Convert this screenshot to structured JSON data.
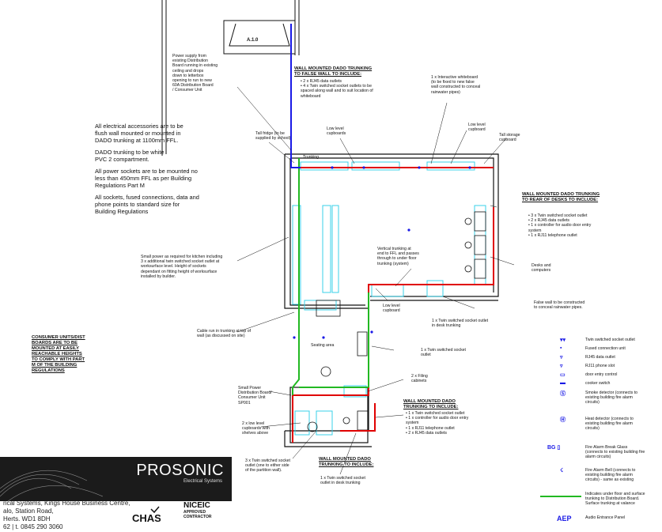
{
  "room_label": "A.1.0",
  "notes": {
    "power_supply": [
      "Power supply from",
      "existing Distribution",
      "Board running in existing",
      "ceiling and drops",
      "down to letterbox",
      "opening to run to new",
      "60A Distribution Board",
      "/ Consumer Unit"
    ],
    "general": [
      [
        "All electrical accessories are to be",
        "flush wall mounted or mounted in",
        "DADO trunking at 1100mm FFL."
      ],
      [
        "DADO trunking to be white",
        "PVC 2 compartment."
      ],
      [
        "All power sockets are to be mounted no",
        "less than 450mm FFL as per Building",
        "Regulations Part M"
      ],
      [
        "All sockets, fused connections, data and",
        "phone points to standard size for",
        "Building Regulations"
      ]
    ],
    "tall_fridge": [
      "Tall fridge (to be",
      "supplied by school)"
    ],
    "trunking": "Trunking",
    "low_level_cupboards": [
      "Low level",
      "cupboards"
    ],
    "low_level_cupboard": [
      "Low level",
      "cupboard"
    ],
    "tall_storage": [
      "Tall storage",
      "cupboard"
    ],
    "whiteboard": [
      "1 x Interactive whiteboard",
      "(to be fixed to new false",
      "wall constructed to conceal",
      "rainwater pipes)"
    ],
    "small_power": [
      "Small power as required for kitchen including",
      "3 x additional twin switched socket outlet at",
      "worksurface level. Height of sockets",
      "dependant on fitting height of worksurface",
      "installed by builder."
    ],
    "vertical_trunking": [
      "Vertical trunking at",
      "end to FFL and passes",
      "through to under floor",
      "trunking (system)"
    ],
    "low_level_cupboard_2": [
      "Low level",
      "cupboard"
    ],
    "desks": [
      "Desks and",
      "computers"
    ],
    "false_wall": [
      "False wall to be constructed",
      "to conceal rainwater pipes."
    ],
    "twin_desk": [
      "1 x Twin switched socket outlet",
      "in desk trunking"
    ],
    "cable_run": [
      "Cable run in trunking at top of",
      "wall (as discussed on site)"
    ],
    "seating": "Seating area",
    "twin_socket": [
      "1 x Twin switched socket",
      "outlet"
    ],
    "filing": [
      "2 x Filing",
      "cabinets"
    ],
    "distribution_board": [
      "Small Power",
      "Distribution Board/",
      "Consumer Unit",
      "SP001"
    ],
    "low_level_shelves": [
      "2 x low level",
      "cupboards with",
      "shelves above"
    ],
    "twin_partition": [
      "3 x Twin switched socket",
      "outlet (one to either side",
      "of the partition wall)."
    ],
    "desk_trunking_bottom": [
      "1 x Twin switched socket",
      "outlet in desk trunking"
    ]
  },
  "titles": {
    "false_wall_include": [
      "WALL MOUNTED DADO TRUNKING",
      "TO FALSE WALL TO INCLUDE:"
    ],
    "rear_desks_include": [
      "WALL MOUNTED DADO TRUNKING",
      "TO REAR OF DESKS TO INCLUDE:"
    ],
    "wall_dado_include": [
      "WALL MOUNTED DADO",
      "TRUNKING TO INCLUDE:"
    ],
    "bottom_dado_include": [
      "WALL MOUNTED DADO",
      "TRUNKING TO INCLUDE:"
    ],
    "consumer_units": [
      "CONSUMER UNITS/DIST",
      "BOARDS ARE TO BE",
      "MOUNTED AT EASILY",
      "REACHABLE HEIGHTS",
      "TO COMPLY WITH PART",
      "M OF THE BUILDING",
      "REGULATIONS"
    ]
  },
  "lists": {
    "false_wall": [
      "2 x RJ45 data outlets",
      "4 x Twin switched socket outlets to be",
      "spaced along wall and to suit location of",
      "whiteboard"
    ],
    "rear_desks": [
      "3 x Twin switched socket outlet",
      "2 x RJ45 data outlets",
      "1 x controller for audio door entry",
      "system",
      "1 x RJ11 telephone outlet"
    ],
    "wall_dado": [
      "1 x Twin switched socket outlet",
      "1 x controller for audio door entry",
      "system",
      "1 x RJ11 telephone outlet",
      "2 x RJ45 data outlets"
    ]
  },
  "legend": [
    {
      "symbol": "▾▾",
      "text": [
        "Twin switched socket outlet"
      ]
    },
    {
      "symbol": "▪",
      "text": [
        "Fused connection unit"
      ]
    },
    {
      "symbol": "▿",
      "text": [
        "RJ45 data outlet"
      ]
    },
    {
      "symbol": "▿",
      "text": [
        "RJ11 phone slot"
      ]
    },
    {
      "symbol": "▭",
      "text": [
        "door entry control"
      ]
    },
    {
      "symbol": "▬",
      "text": [
        "cooker switch"
      ]
    },
    {
      "symbol": "Ⓢ",
      "text": [
        "Smoke detector (connects to",
        "existing building fire alarm",
        "circuits)"
      ]
    },
    {
      "symbol": "Ⓗ",
      "text": [
        "Heat detector (connects to",
        "existing building fire alarm",
        "circuits)"
      ]
    },
    {
      "symbol": "BG ▯",
      "text": [
        "Fire Alarm Break Glass",
        "(connects to existing building fire",
        "alarm circuits)"
      ]
    },
    {
      "symbol": "☇",
      "text": [
        "Fire Alarm Bell (connects to",
        "existing building fire alarm",
        "circuits) - same as existing"
      ]
    },
    {
      "symbol": "",
      "text": [
        "Indicates under floor and surface",
        "trunking to Distribution Board.",
        "Surface trunking at valance"
      ]
    },
    {
      "symbol": "AEP",
      "text": [
        "Audio Entrance Panel"
      ]
    }
  ],
  "company": {
    "name": "PROSONIC",
    "tagline": "Electrical Systems",
    "address": [
      "rical Systems, Kings House Business Centre,",
      "alo, Station Road,",
      "Herts. WD1 8DH",
      "62 | t. 0845 290 3060"
    ],
    "cert1": "CHAS",
    "cert2": "NICEIC",
    "cert2_sub": [
      "APPROVED",
      "CONTRACTOR"
    ]
  },
  "colors": {
    "red": "#e00000",
    "green": "#22b922",
    "blue": "#1a1ae6",
    "cyan": "#38d0e8",
    "wall": "#111111"
  }
}
